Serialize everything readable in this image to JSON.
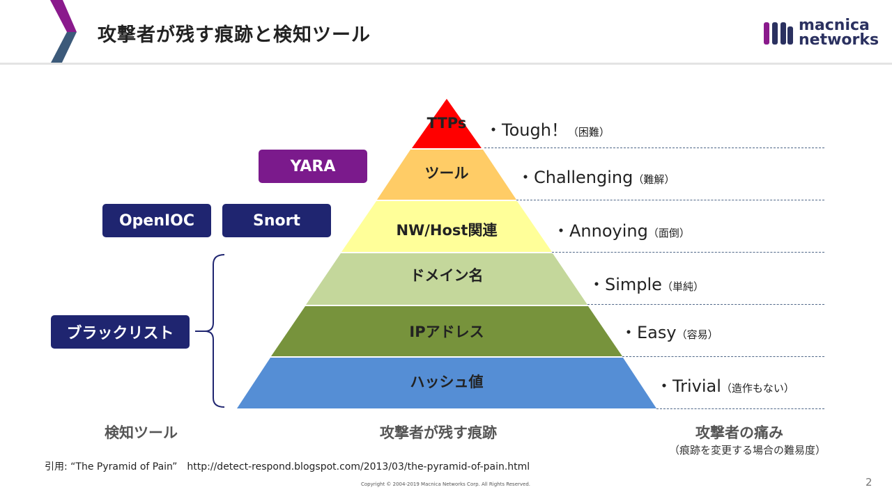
{
  "title": "攻撃者が残す痕跡と検知ツール",
  "logo": {
    "line1": "macnica",
    "line2": "networks",
    "color": "#2b3160",
    "mark_color": "#8a1a8c"
  },
  "pyramid_levels": [
    {
      "label": "TTPs",
      "color": "#ff0000",
      "pain": "・Tough！",
      "pain_note": "（困難）"
    },
    {
      "label": "ツール",
      "color": "#ffcc66",
      "pain": "・Challenging",
      "pain_note": "（難解）"
    },
    {
      "label": "NW/Host関連",
      "color": "#ffff99",
      "pain": "・Annoying",
      "pain_note": "（面倒）"
    },
    {
      "label": "ドメイン名",
      "color": "#c4d79b",
      "pain": "・Simple",
      "pain_note": "（単純）"
    },
    {
      "label": "IPアドレス",
      "color": "#77933c",
      "pain": "・Easy",
      "pain_note": "（容易）"
    },
    {
      "label": "ハッシュ値",
      "color": "#558ed5",
      "pain": "・Trivial",
      "pain_note": "（造作もない）"
    }
  ],
  "tools": {
    "yara": {
      "label": "YARA",
      "color": "#7b1a8c"
    },
    "openioc": {
      "label": "OpenIOC",
      "color": "#1f2570"
    },
    "snort": {
      "label": "Snort",
      "color": "#1f2570"
    },
    "blacklist": {
      "label": "ブラックリスト",
      "color": "#1f2570"
    }
  },
  "columns": {
    "tools": "検知ツール",
    "traces": "攻撃者が残す痕跡",
    "pain": "攻撃者の痛み",
    "pain_sub": "（痕跡を変更する場合の難易度）"
  },
  "citation": "引用: “The Pyramid of Pain”　http://detect-respond.blogspot.com/2013/03/the-pyramid-of-pain.html",
  "copyright": "Copyright © 2004-2019 Macnica Networks Corp. All Rights Reserved.",
  "page_number": "2"
}
